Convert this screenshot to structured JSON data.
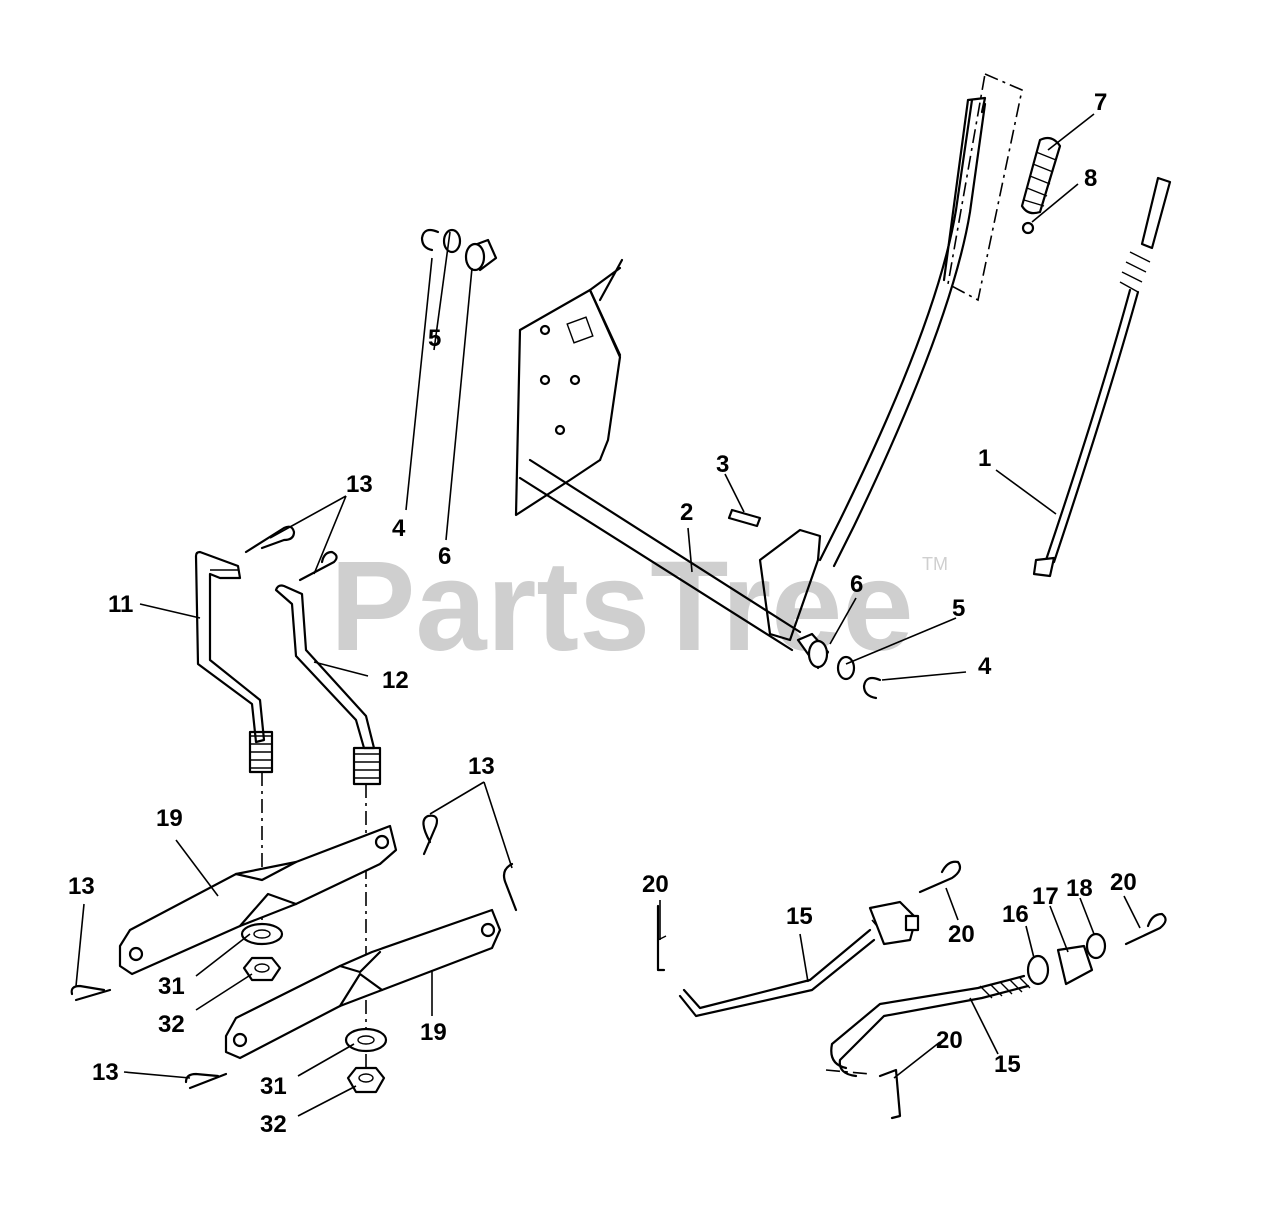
{
  "watermark": {
    "text": "PartsTree",
    "trademark": "TM"
  },
  "callouts": {
    "c1": "1",
    "c2": "2",
    "c3": "3",
    "c4a": "4",
    "c4b": "4",
    "c5a": "5",
    "c5b": "5",
    "c6a": "6",
    "c6b": "6",
    "c7": "7",
    "c8": "8",
    "c11": "11",
    "c12": "12",
    "c13a": "13",
    "c13b": "13",
    "c13c": "13",
    "c13d": "13",
    "c15a": "15",
    "c15b": "15",
    "c16": "16",
    "c17": "17",
    "c18": "18",
    "c19a": "19",
    "c19b": "19",
    "c20a": "20",
    "c20b": "20",
    "c20c": "20",
    "c20d": "20",
    "c31a": "31",
    "c31b": "31",
    "c32a": "32",
    "c32b": "32"
  }
}
